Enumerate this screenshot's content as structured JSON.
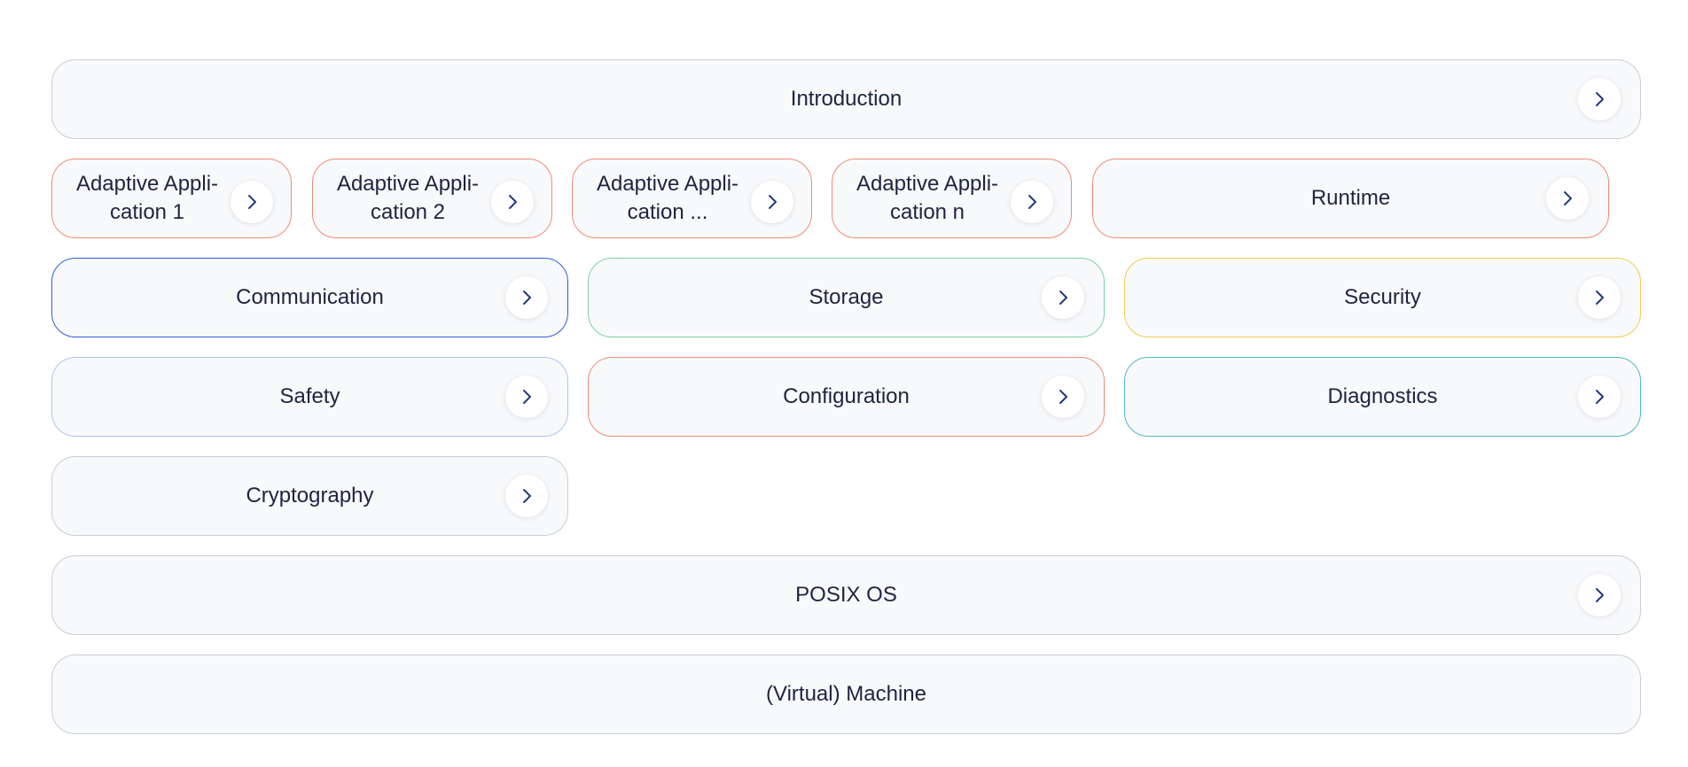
{
  "colors": {
    "neutral_border": "#c9cdd8",
    "application_border": "#ef8c73",
    "communication_border": "#2f5fd0",
    "storage_border": "#7dd3a5",
    "security_border": "#f2cc4a",
    "safety_border": "#a9c6ee",
    "diagnostics_border": "#4cb9c3",
    "card_background": "#f8f9fb",
    "text": "#1c2540",
    "arrow": "#1f3b78"
  },
  "arrow_icon": "chevron-right-icon",
  "blocks": {
    "introduction": "Introduction",
    "app1": "Adaptive Appli-cation 1",
    "app2": "Adaptive Appli-cation 2",
    "app3": "Adaptive Appli-cation ...",
    "app4": "Adaptive Appli-cation n",
    "runtime": "Runtime",
    "communication": "Communication",
    "storage": "Storage",
    "security": "Security",
    "safety": "Safety",
    "configuration": "Configuration",
    "diagnostics": "Diagnostics",
    "cryptography": "Cryptography",
    "posix_os": "POSIX OS",
    "machine": "(Virtual) Machine"
  }
}
